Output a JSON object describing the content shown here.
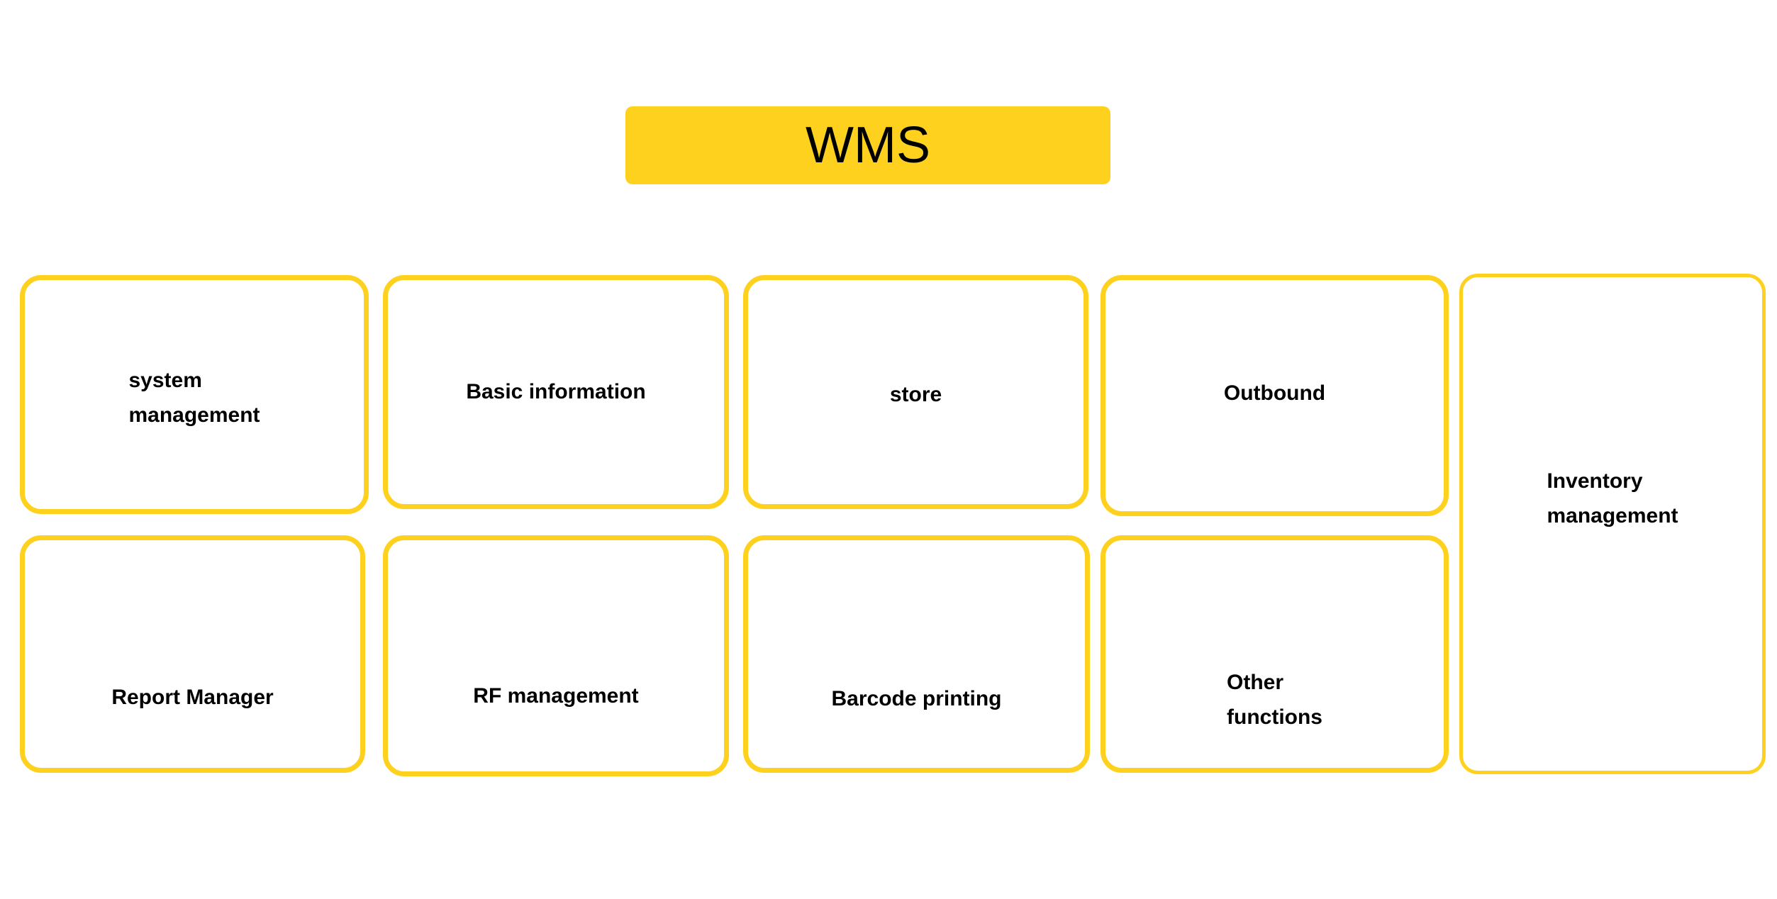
{
  "diagram": {
    "title": {
      "label": "WMS",
      "fill_color": "#FFD11F",
      "text_color": "#000000"
    },
    "accent_color": "#FFD11F",
    "card_fill_color": "#FFFFFF",
    "cards": [
      {
        "id": "system-management",
        "label": "system\nmanagement"
      },
      {
        "id": "basic-information",
        "label": "Basic information"
      },
      {
        "id": "store",
        "label": "store"
      },
      {
        "id": "outbound",
        "label": "Outbound"
      },
      {
        "id": "inventory",
        "label": "Inventory\nmanagement"
      },
      {
        "id": "report-manager",
        "label": "Report Manager"
      },
      {
        "id": "rf-management",
        "label": "RF management"
      },
      {
        "id": "barcode-printing",
        "label": "Barcode printing"
      },
      {
        "id": "other-functions",
        "label": "Other\nfunctions"
      }
    ]
  }
}
